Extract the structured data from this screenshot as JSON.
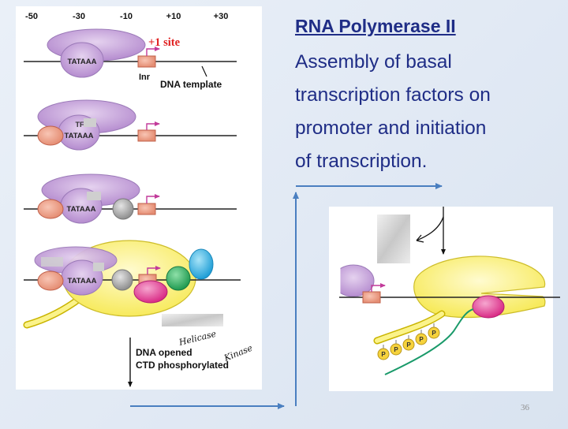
{
  "slide": {
    "title": "RNA Polymerase II",
    "body_lines": [
      "Assembly of basal",
      "transcription factors on",
      "promoter and initiation",
      "of transcription."
    ],
    "page_number": "36"
  },
  "diagram": {
    "scale_labels": [
      "-50",
      "-30",
      "-10",
      "+10",
      "+30"
    ],
    "tata_label": "TATAAA",
    "site_label": "+1 site",
    "inr_label": "Inr",
    "template_label": "DNA template",
    "step_labels": [
      "DNA opened",
      "CTD phosphorylated"
    ],
    "handwritten_notes": [
      "Helicase",
      "Kinase"
    ],
    "phosphate_label": "P",
    "partial_label": "TF"
  },
  "colors": {
    "title_text": "#1f2d86",
    "arrow": "#4a7fc0",
    "tfiid_purple": "#c9a8dc",
    "rna_pol_yellow": "#fbf38a",
    "tfiib_salmon": "#f0a38c",
    "tfiif_grey": "#b7b7b7",
    "tfiie_green": "#3db26a",
    "tfiih_blue": "#39b8e8",
    "magenta": "#e8449a",
    "rna_green": "#1a9a6a",
    "red_label": "#e02020"
  }
}
